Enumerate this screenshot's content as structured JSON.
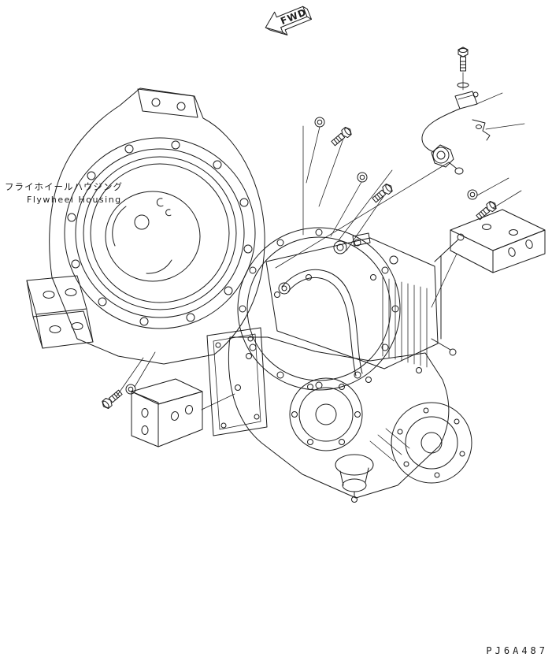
{
  "page": {
    "background": "#ffffff",
    "line_color": "#1c1c1c",
    "type": "exploded-parts-diagram"
  },
  "direction_arrow": {
    "label": "FWD"
  },
  "callouts": {
    "flywheel_housing_jp": "フライホイールハウジング",
    "flywheel_housing_en": "Flywheel Housing"
  },
  "drawing_number": "PJ6A487",
  "diagram": {
    "components": [
      "flywheel-housing",
      "transmission-assembly",
      "mounting-bracket-right",
      "mounting-bracket-lower-left",
      "bolts-and-washers",
      "switch-with-wiring-and-clip"
    ]
  }
}
